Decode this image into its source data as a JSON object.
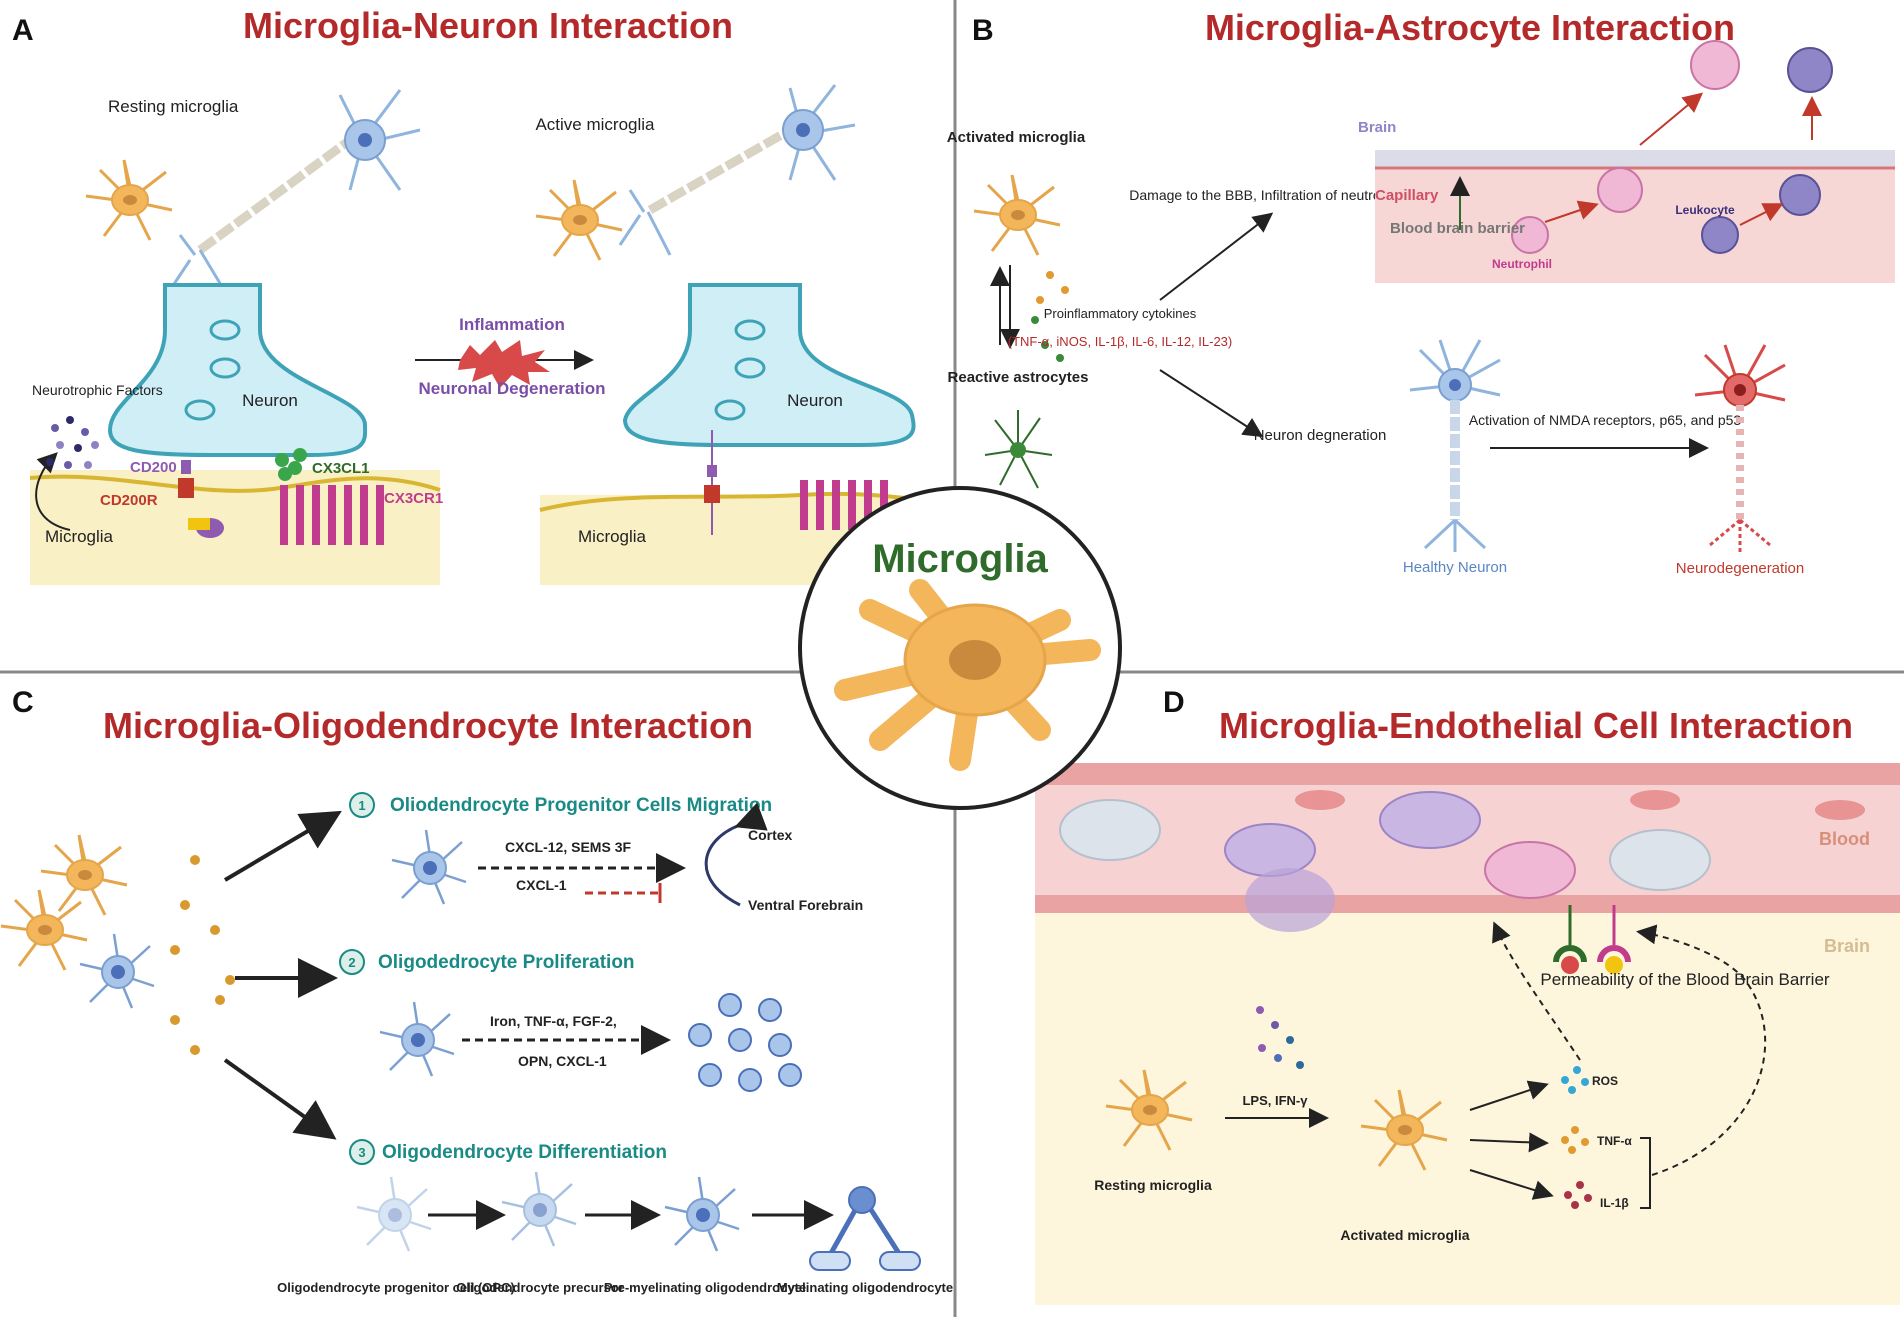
{
  "center": {
    "label": "Microglia"
  },
  "panel_a": {
    "letter": "A",
    "title": "Microglia-Neuron Interaction",
    "resting_label": "Resting microglia",
    "active_label": "Active microglia",
    "neuron_label": "Neuron",
    "neuron_label_2": "Neuron",
    "neurotrophic_label": "Neurotrophic Factors",
    "cd200": "CD200",
    "cd200r": "CD200R",
    "cx3cl1": "CX3CL1",
    "cx3cr1": "CX3CR1",
    "microglia_label": "Microglia",
    "microglia_label_2": "Microglia",
    "inflammation": "Inflammation",
    "degeneration": "Neuronal Degeneration"
  },
  "panel_b": {
    "letter": "B",
    "title": "Microglia-Astrocyte Interaction",
    "activated_microglia": "Activated microglia",
    "reactive_astrocytes": "Reactive astrocytes",
    "cytokines_label": "Proinflammatory cytokines",
    "cytokines_list": "(TNF-α, iNOS, IL-1β, IL-6, IL-12, IL-23)",
    "damage_label": "Damage to the BBB, Infiltration of neutrophils and leukocytes",
    "neuron_degen_label": "Neuron degneration",
    "brain": "Brain",
    "capillary": "Capillary",
    "bbb": "Blood brain barrier",
    "neutrophil": "Neutrophil",
    "leukocyte": "Leukocyte",
    "nmda": "Activation of NMDA receptors, p65, and p53",
    "healthy_neuron": "Healthy Neuron",
    "neurodegeneration": "Neurodegeneration"
  },
  "panel_c": {
    "letter": "C",
    "title": "Microglia-Oligodendrocyte Interaction",
    "step1_num": "1",
    "step1": "Oliodendrocyte Progenitor Cells Migration",
    "step1_signal_a": "CXCL-12, SEMS 3F",
    "step1_signal_b": "CXCL-1",
    "cortex": "Cortex",
    "ventral": "Ventral Forebrain",
    "step2_num": "2",
    "step2": "Oligodedrocyte Proliferation",
    "step2_signal_a": "Iron, TNF-α, FGF-2,",
    "step2_signal_b": "OPN, CXCL-1",
    "step3_num": "3",
    "step3": "Oligodendrocyte Differentiation",
    "stages": [
      "Oligodendrocyte progenitor cell (OPC)",
      "Oligodendrocyte precursor",
      "Pre-myelinating oligodendrocyte",
      "Myelinating oligodendrocyte"
    ]
  },
  "panel_d": {
    "letter": "D",
    "title": "Microglia-Endothelial Cell Interaction",
    "blood": "Blood",
    "brain": "Brain",
    "permeability": "Permeability of the Blood Brain Barrier",
    "lps": "LPS, IFN-γ",
    "resting": "Resting microglia",
    "activated": "Activated microglia",
    "ros": "ROS",
    "tnf": "TNF-α",
    "il1b": "IL-1β"
  },
  "colors": {
    "title_red": "#b42a2a",
    "microglia_orange": "#f4b65a",
    "neuron_blue": "#8fb4dd",
    "teal": "#1a8a86",
    "green_label": "#2f6b2a",
    "blood_pink": "#f4c9c9",
    "brain_cream": "#fdf6dc"
  }
}
